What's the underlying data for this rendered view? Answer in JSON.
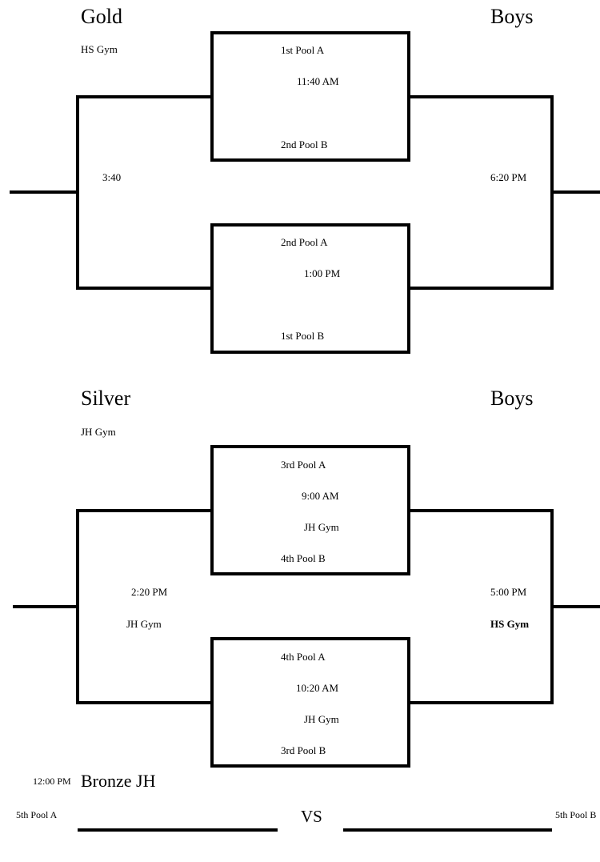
{
  "gold": {
    "title": "Gold",
    "division": "Boys",
    "venue": "HS Gym",
    "game1": {
      "top_team": "1st Pool A",
      "time": "11:40 AM",
      "bottom_team": "2nd Pool B"
    },
    "game2": {
      "top_team": "2nd Pool A",
      "time": "1:00 PM",
      "bottom_team": "1st Pool B"
    },
    "left_game_time": "3:40",
    "right_game_time": "6:20 PM"
  },
  "silver": {
    "title": "Silver",
    "division": "Boys",
    "venue": "JH Gym",
    "game1": {
      "top_team": "3rd Pool A",
      "time": "9:00 AM",
      "venue": "JH Gym",
      "bottom_team": "4th Pool B"
    },
    "game2": {
      "top_team": "4th Pool A",
      "time": "10:20 AM",
      "venue": "JH Gym",
      "bottom_team": "3rd Pool B"
    },
    "left_game_time": "2:20 PM",
    "left_game_venue": "JH Gym",
    "right_game_time": "5:00 PM",
    "right_game_venue": "HS Gym"
  },
  "bronze": {
    "time": "12:00 PM",
    "title": "Bronze  JH",
    "left_team": "5th Pool A",
    "vs": "VS",
    "right_team": "5th Pool B"
  }
}
